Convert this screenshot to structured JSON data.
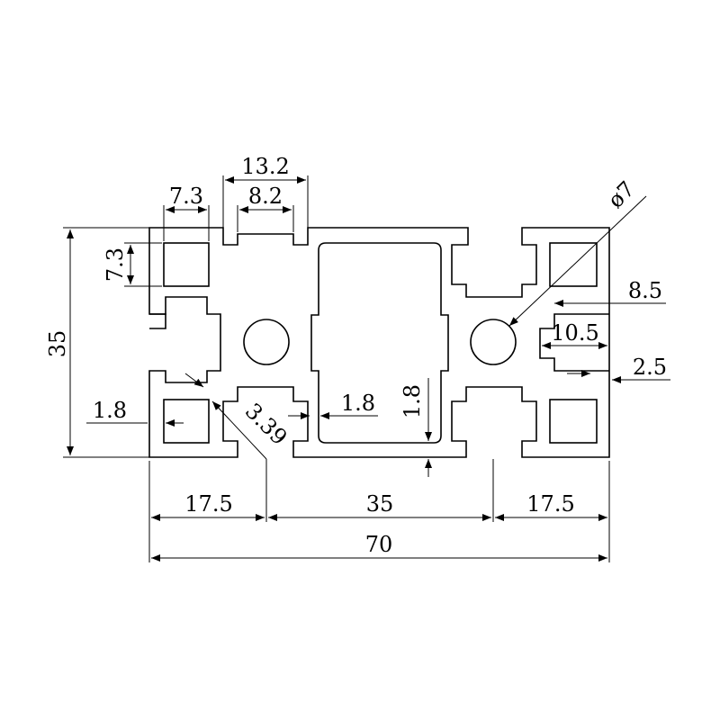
{
  "dimensions": {
    "overall_width": "70",
    "overall_height": "35",
    "left_span": "17.5",
    "center_span": "35",
    "right_span": "17.5",
    "slot_opening": "8.2",
    "slot_width": "13.2",
    "corner_bore_width": "7.3",
    "corner_bore_height": "7.3",
    "hole_diameter": "ø7",
    "wall_left": "1.8",
    "wall_center": "1.8",
    "wall_bottom": "1.8",
    "chamfer": "3.39",
    "slot_depth": "8.5",
    "slot_inner": "10.5",
    "lip": "2.5"
  }
}
